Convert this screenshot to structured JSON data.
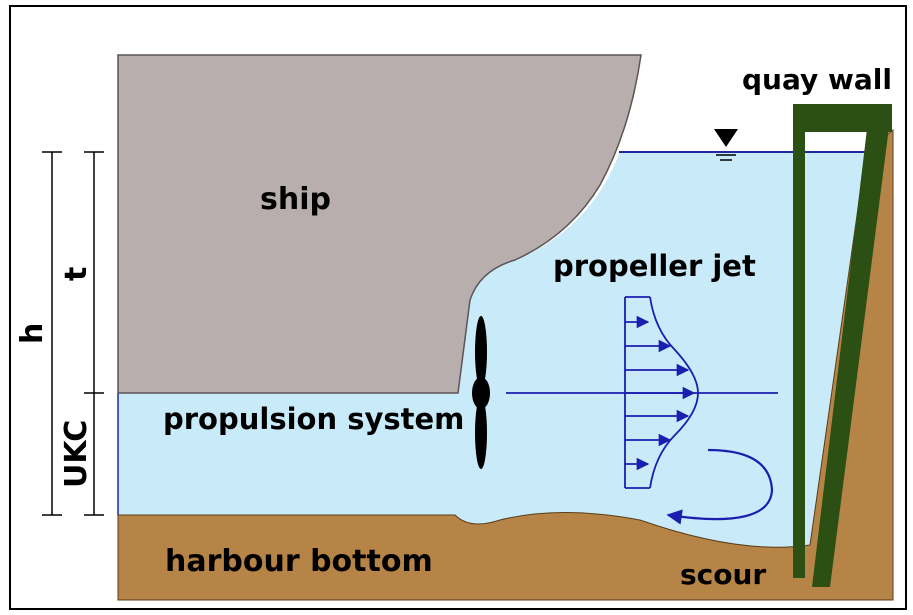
{
  "labels": {
    "ship": "ship",
    "quay_wall": "quay wall",
    "propeller_jet": "propeller jet",
    "propulsion_system": "propulsion system",
    "harbour_bottom": "harbour bottom",
    "scour": "scour",
    "h": "h",
    "t": "t",
    "ukc": "UKC"
  },
  "icons": {
    "water_level": "water-level-triangle-icon"
  },
  "colors": {
    "water": "#c9eaf8",
    "water_line": "#1f2aa0",
    "ship": "#b8aeae",
    "seabed": "#b68446",
    "quay_wall": "#2c5014",
    "arrows": "#1a1fb0",
    "frame": "#000000"
  }
}
